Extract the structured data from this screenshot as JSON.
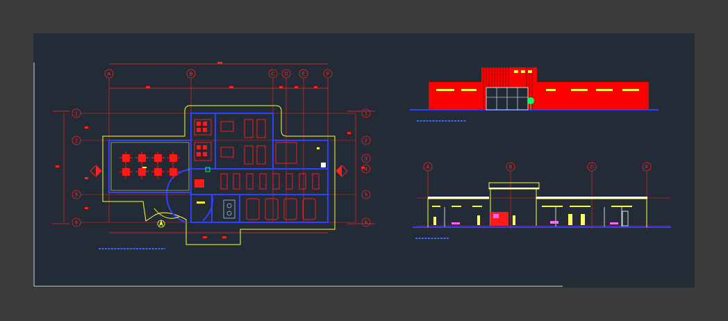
{
  "colors": {
    "desktop": "#3b3b3b",
    "modelspace": "#232c36",
    "dimension": "#ff2020",
    "wall": "#3040ff",
    "outline": "#ffff33",
    "facade": "#ff0000",
    "sign": "#00ff66"
  },
  "plan": {
    "axis_columns": [
      "A",
      "B",
      "C",
      "D",
      "E",
      "F"
    ],
    "axis_rows": [
      "1",
      "2",
      "3",
      "4",
      "5",
      "6"
    ]
  },
  "section": {
    "axis_columns": [
      "A",
      "B",
      "C",
      "F"
    ]
  },
  "icons": [
    "north-arrow-icon",
    "section-marker-icon"
  ]
}
